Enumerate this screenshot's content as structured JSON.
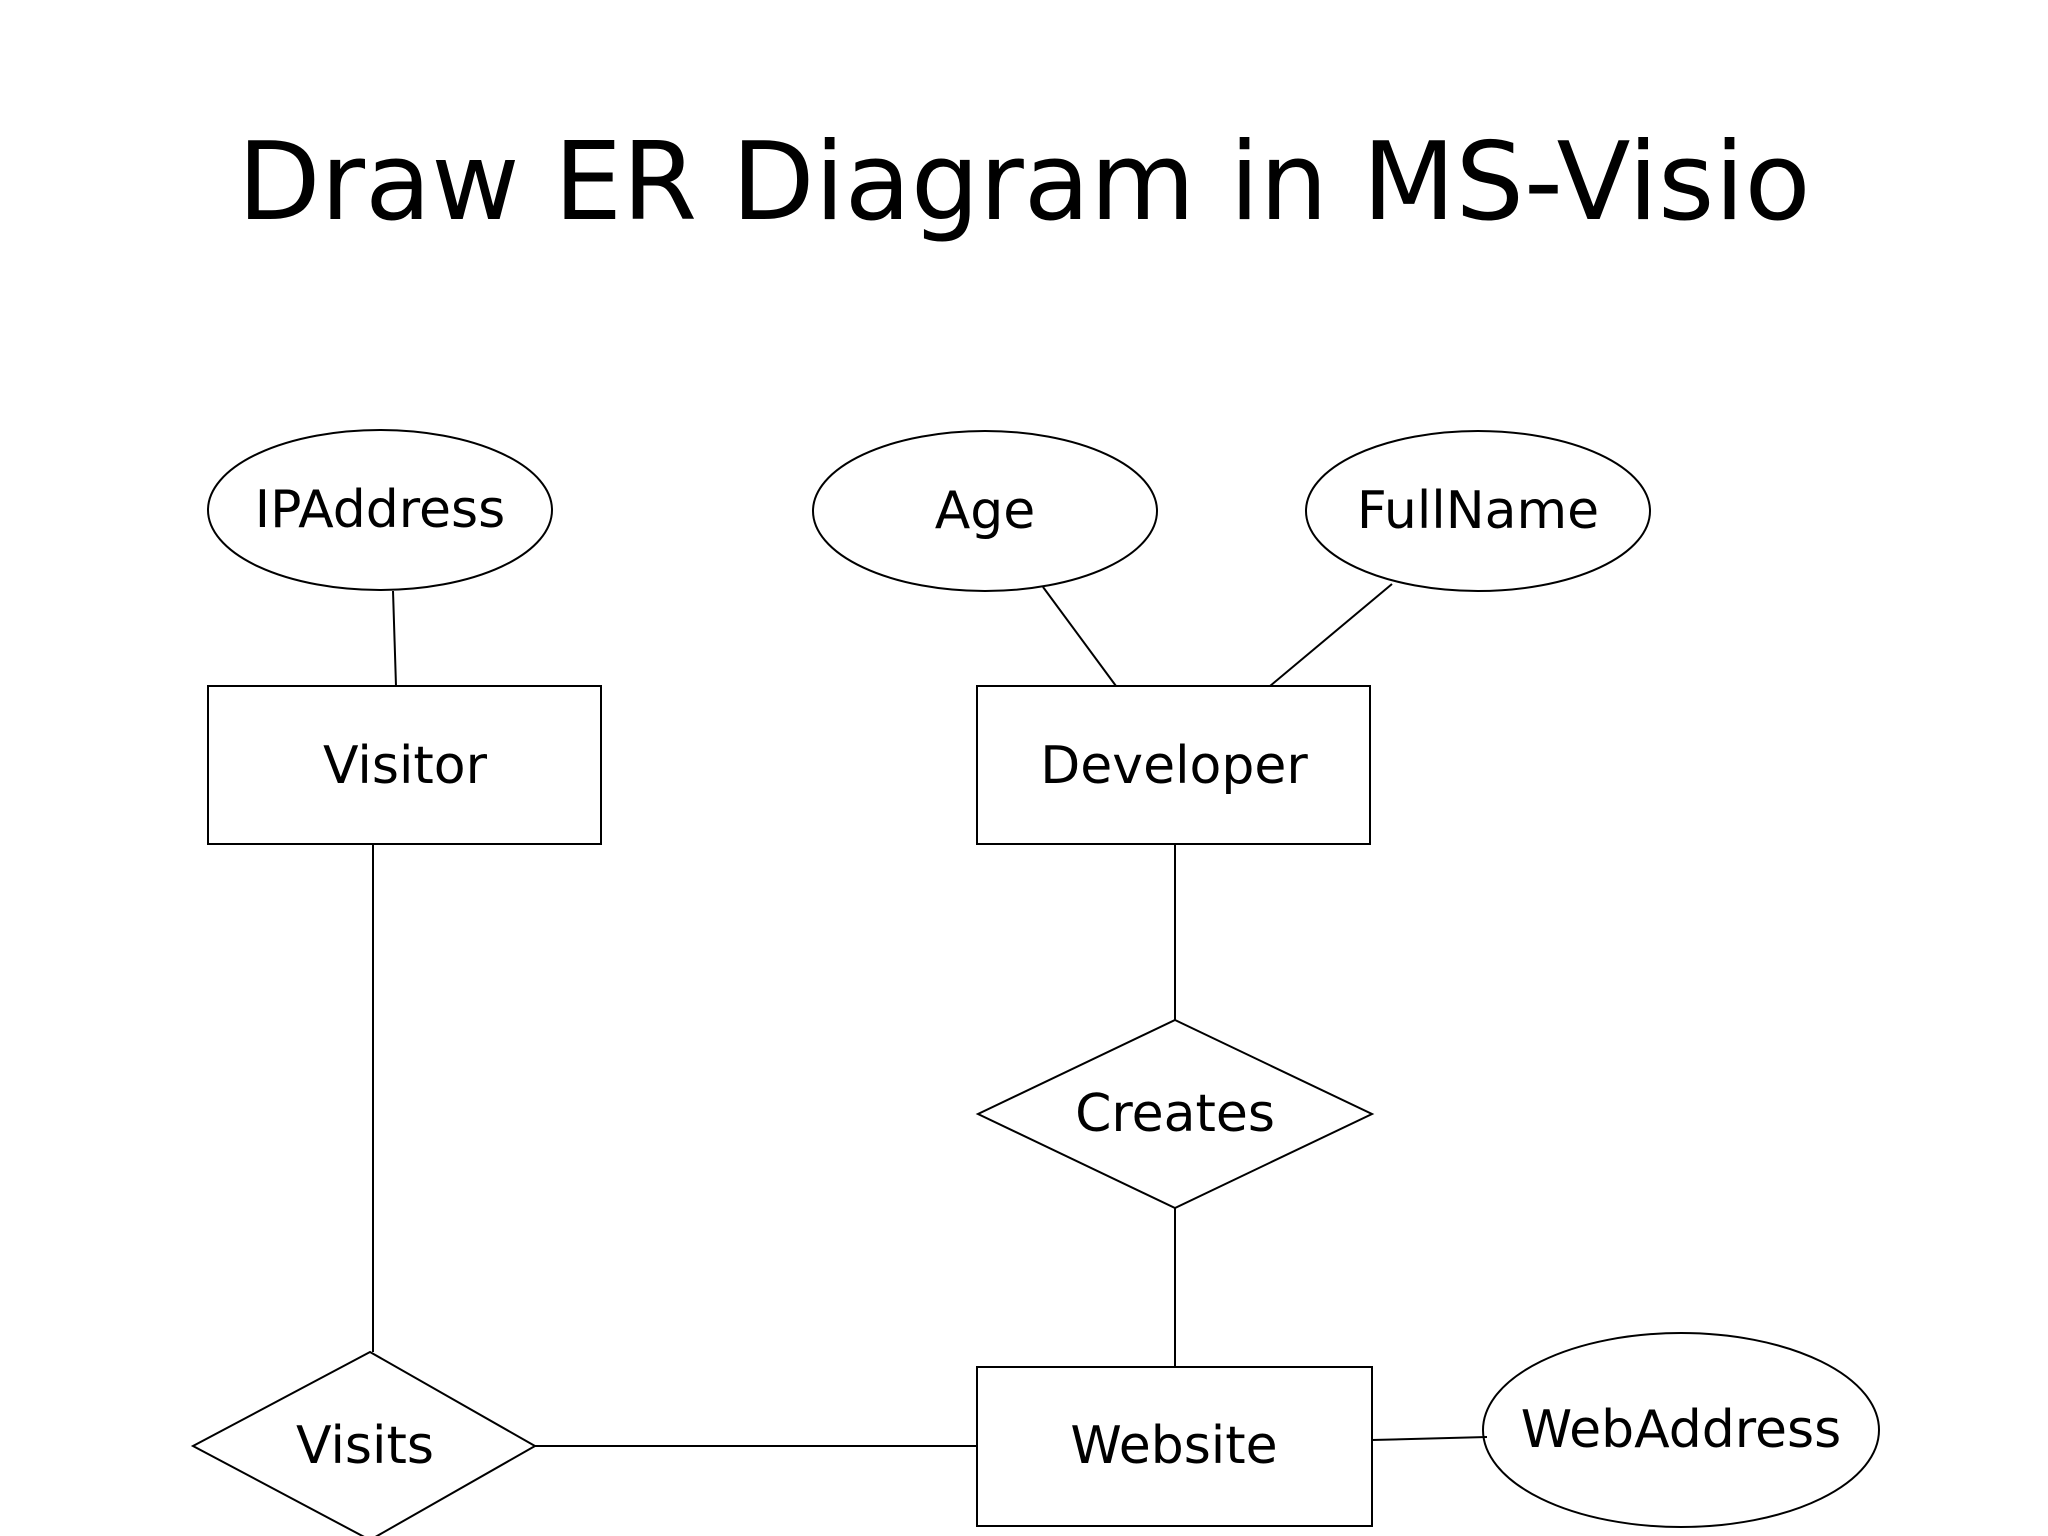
{
  "title": "Draw ER Diagram in MS-Visio",
  "entities": {
    "visitor": "Visitor",
    "developer": "Developer",
    "website": "Website"
  },
  "attributes": {
    "ipaddress": "IPAddress",
    "age": "Age",
    "fullname": "FullName",
    "webaddress": "WebAddress"
  },
  "relationships": {
    "creates": "Creates",
    "visits": "Visits"
  }
}
